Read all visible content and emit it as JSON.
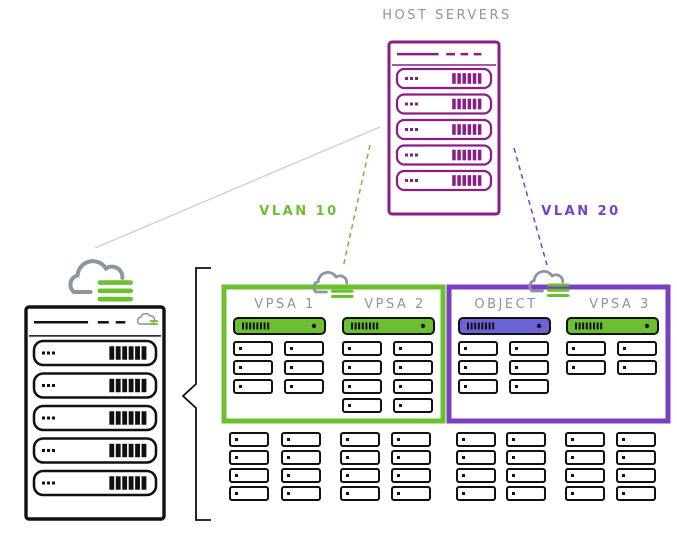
{
  "title": "HOST SERVERS",
  "vlans": [
    {
      "label": "VLAN 10",
      "color": "#6cbf2e"
    },
    {
      "label": "VLAN 20",
      "color": "#7b3fc4"
    }
  ],
  "groups": [
    {
      "labels": [
        "VPSA 1",
        "VPSA 2"
      ],
      "color": "#6cbf2e"
    },
    {
      "labels": [
        "OBJECT",
        "VPSA 3"
      ],
      "color": "#7b3fc4"
    }
  ],
  "colors": {
    "host": "#8a1e87",
    "black": "#111111",
    "gray": "#8a96a3",
    "green": "#6cbf2e",
    "purple": "#7b3fc4",
    "object_blue": "#6d63d8",
    "label_gray": "#8a96a3"
  },
  "icons": [
    "server-rack-icon",
    "cloud-icon",
    "drive-icon"
  ]
}
